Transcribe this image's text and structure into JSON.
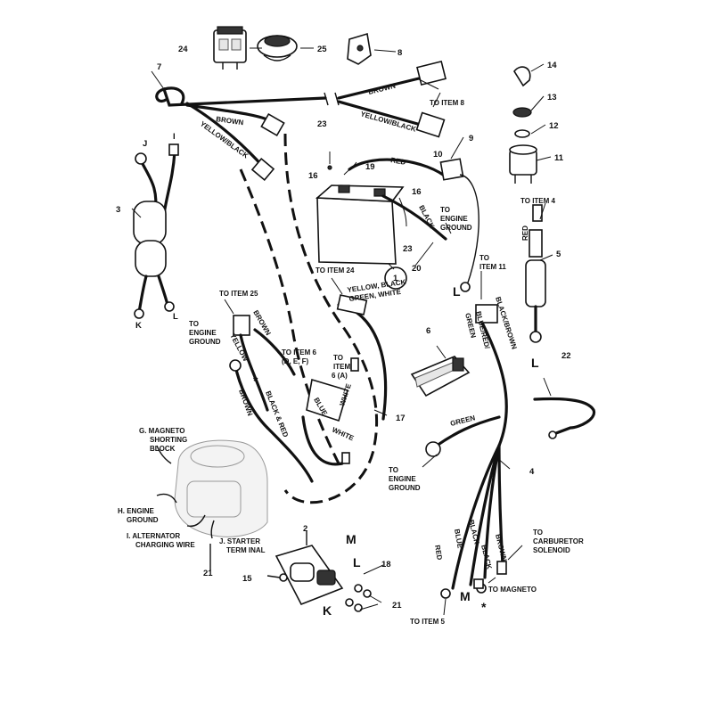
{
  "diagram": {
    "numbers": {
      "n1": "1",
      "n2": "2",
      "n3": "3",
      "n4": "4",
      "n5": "5",
      "n6": "6",
      "n7": "7",
      "n8": "8",
      "n9": "9",
      "n10": "10",
      "n11": "11",
      "n12": "12",
      "n13": "13",
      "n14": "14",
      "n15": "15",
      "n16a": "16",
      "n16b": "16",
      "n17": "17",
      "n18": "18",
      "n19": "19",
      "n20": "20",
      "n21a": "21",
      "n21b": "21",
      "n22": "22",
      "n23a": "23",
      "n23b": "23",
      "n24": "24",
      "n25": "25"
    },
    "letters": {
      "i": "I",
      "j": "J",
      "k": "K",
      "l": "L",
      "l2": "L",
      "l3": "L",
      "l4": "L",
      "m": "M",
      "m2": "M",
      "k2": "K",
      "star1": "*",
      "star2": "*"
    },
    "labels": {
      "brown_top": "BROWN",
      "to_item_8": "TO ITEM 8",
      "yellow_black_top": "YELLOW/BLACK",
      "brown_left": "BROWN",
      "yellow_black_left": "YELLOW/BLACK",
      "red_top": "RED",
      "black_batt": "BLACK",
      "to_engine_ground_1a": "TO",
      "to_engine_ground_1b": "ENGINE",
      "to_engine_ground_1c": "GROUND",
      "to_item_4": "TO ITEM 4",
      "red_fuse": "RED",
      "to_item_11_a": "TO",
      "to_item_11_b": "ITEM 11",
      "to_item_24": "TO ITEM 24",
      "yellow_black_mid": "YELLOW, BLACK",
      "green_white_mid": "GREEN, WHITE",
      "black_brown": "BLACK/BROWN",
      "blue_red": "BLUE/RED/",
      "green_v": "GREEN",
      "to_item_25": "TO ITEM 25",
      "brown_plug": "BROWN",
      "to_eg2_a": "TO",
      "to_eg2_b": "ENGINE",
      "to_eg2_c": "GROUND",
      "yellow_plug": "YELLOW",
      "to_item_6def_a": "TO ITEM 6",
      "to_item_6def_b": "(D, E, F)",
      "to_item_6a_a": "TO",
      "to_item_6a_b": "ITEM",
      "to_item_6a_c": "6 (A)",
      "brown_lower": "BROWN",
      "black_red": "BLACK & RED",
      "white_1": "WHITE",
      "white_2": "WHITE",
      "blue_small": "BLUE",
      "green_right": "GREEN",
      "to_eg3_a": "TO",
      "to_eg3_b": "ENGINE",
      "to_eg3_c": "GROUND",
      "g_magneto_a": "G. MAGNETO",
      "g_magneto_b": "SHORTING",
      "g_magneto_c": "BLOCK",
      "h_engine_a": "H. ENGINE",
      "h_engine_b": "GROUND",
      "i_alt_a": "I. ALTERNATOR",
      "i_alt_b": "CHARGING WIRE",
      "j_starter_a": "J. STARTER",
      "j_starter_b": "TERM INAL",
      "red_bottom": "RED",
      "blue_bottom": "BLUE",
      "black_bottom": "BLACK",
      "brown_bottom": "BROWN",
      "black_bottom2": "BLACK",
      "to_carb_a": "TO",
      "to_carb_b": "CARBURETOR",
      "to_carb_c": "SOLENOID",
      "to_magneto": "TO MAGNETO",
      "to_item_5": "TO ITEM 5"
    }
  }
}
